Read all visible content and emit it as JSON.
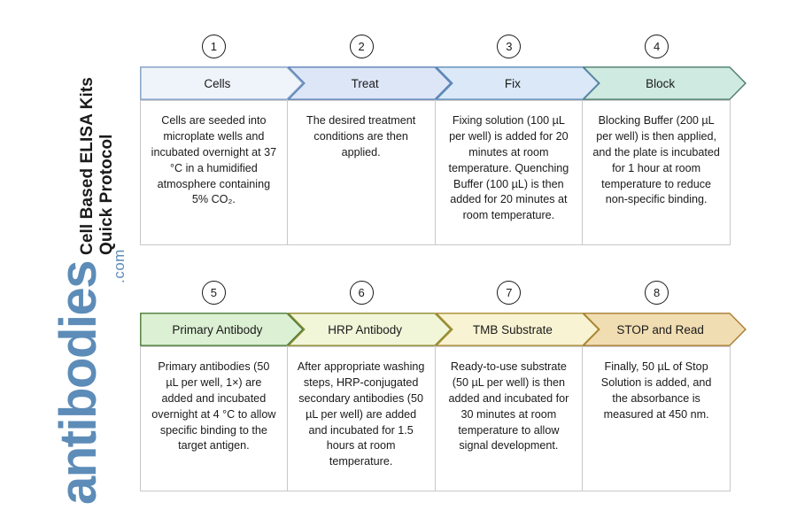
{
  "title": {
    "line1": "Cell Based ELISA Kits",
    "line2": "Quick Protocol"
  },
  "logo": {
    "word": "antibodies",
    "suffix": ".com",
    "color": "#5d8cb8"
  },
  "rows": [
    {
      "steps": [
        {
          "number": "1",
          "label": "Cells",
          "fill": "#eff4fa",
          "stroke": "#7d9dc4",
          "body": "Cells are seeded into microplate wells and incubated overnight at 37 °C in a humidified atmosphere containing 5% CO₂."
        },
        {
          "number": "2",
          "label": "Treat",
          "fill": "#dde6f7",
          "stroke": "#5a7fb5",
          "body": "The desired treatment conditions are then applied."
        },
        {
          "number": "3",
          "label": "Fix",
          "fill": "#dbe8f8",
          "stroke": "#5a8ab5",
          "body": "Fixing solution (100 µL per well) is added for 20 minutes at room temperature. Quenching Buffer (100 µL) is then added for 20 minutes at room temperature."
        },
        {
          "number": "4",
          "label": "Block",
          "fill": "#cfeae1",
          "stroke": "#4a7a6b",
          "body": "Blocking Buffer (200 µL per well) is then applied, and the plate is incubated for 1 hour at room temperature to reduce non-specific binding."
        }
      ]
    },
    {
      "steps": [
        {
          "number": "5",
          "label": "Primary Antibody",
          "fill": "#dcf0d3",
          "stroke": "#4a7a35",
          "body": "Primary antibodies (50 µL per well, 1×) are added and incubated overnight at 4 °C to allow specific binding to the target antigen."
        },
        {
          "number": "6",
          "label": "HRP Antibody",
          "fill": "#f2f6d8",
          "stroke": "#8a8a30",
          "body": "After appropriate washing steps, HRP-conjugated secondary antibodies (50 µL per well) are added and incubated for 1.5 hours at room temperature."
        },
        {
          "number": "7",
          "label": "TMB Substrate",
          "fill": "#f8f3d2",
          "stroke": "#a88a30",
          "body": "Ready-to-use substrate (50 µL per well) is then added and incubated for 30 minutes at room temperature to allow signal development."
        },
        {
          "number": "8",
          "label": "STOP and Read",
          "fill": "#f1ddb2",
          "stroke": "#a87a30",
          "body": "Finally, 50 µL of Stop Solution is added, and the absorbance is measured at 450 nm."
        }
      ]
    }
  ]
}
